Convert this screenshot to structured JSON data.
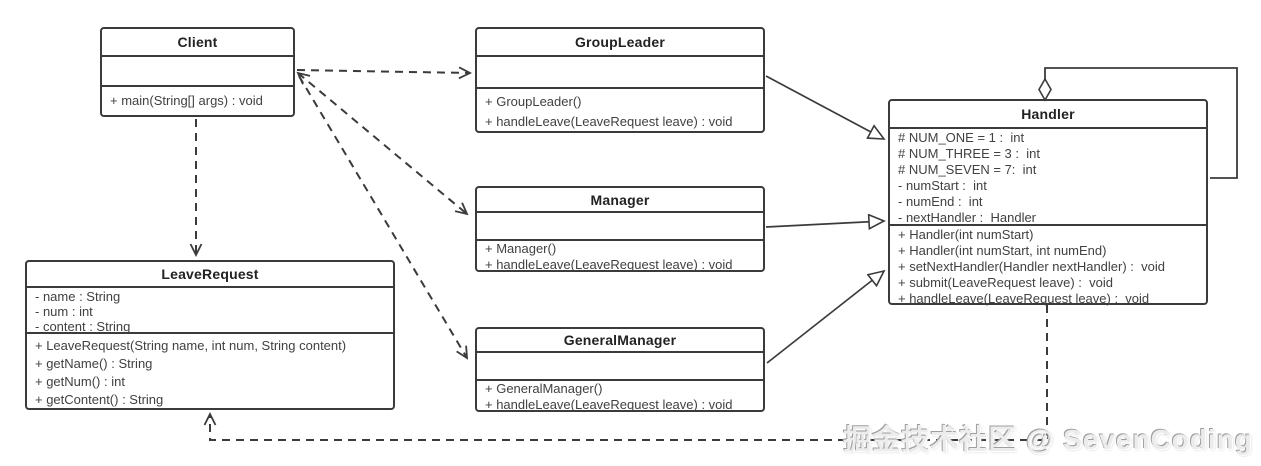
{
  "diagram": {
    "watermark": "掘金技术社区 @ SevenCoding",
    "type": "uml-class-diagram",
    "pattern": "Chain of Responsibility"
  },
  "colors": {
    "line": "#3b3b3b",
    "member_text": "#414141",
    "title_text": "#222222",
    "background": "#ffffff",
    "watermark": "#ececec"
  },
  "classes": {
    "client": {
      "title": "Client",
      "attributes": [],
      "methods": [
        "+ main(String[] args) : void"
      ]
    },
    "group_leader": {
      "title": "GroupLeader",
      "attributes": [],
      "methods": [
        "+ GroupLeader()",
        "+ handleLeave(LeaveRequest leave) : void"
      ]
    },
    "manager": {
      "title": "Manager",
      "attributes": [],
      "methods": [
        "+ Manager()",
        "+ handleLeave(LeaveRequest leave) : void"
      ]
    },
    "general_manager": {
      "title": "GeneralManager",
      "attributes": [],
      "methods": [
        "+ GeneralManager()",
        "+ handleLeave(LeaveRequest leave) : void"
      ]
    },
    "handler": {
      "title": "Handler",
      "attributes": [
        "# NUM_ONE = 1 :  int",
        "# NUM_THREE = 3 :  int",
        "# NUM_SEVEN = 7:  int",
        "- numStart :  int",
        "- numEnd :  int",
        "- nextHandler :  Handler"
      ],
      "methods": [
        "+ Handler(int numStart)",
        "+ Handler(int numStart, int numEnd)",
        "+ setNextHandler(Handler nextHandler) :  void",
        "+ submit(LeaveRequest leave) :  void",
        "+ handleLeave(LeaveRequest leave) :  void"
      ]
    },
    "leave_request": {
      "title": "LeaveRequest",
      "attributes": [
        "- name : String",
        "- num : int",
        "- content : String"
      ],
      "methods": [
        "+ LeaveRequest(String name, int num, String content)",
        "+ getName() : String",
        "+ getNum() : int",
        "+ getContent() : String"
      ]
    }
  },
  "relationships": [
    {
      "from": "Client",
      "to": "GroupLeader",
      "type": "dependency"
    },
    {
      "from": "Client",
      "to": "Manager",
      "type": "dependency"
    },
    {
      "from": "Client",
      "to": "GeneralManager",
      "type": "dependency"
    },
    {
      "from": "Client",
      "to": "LeaveRequest",
      "type": "dependency"
    },
    {
      "from": "GroupLeader",
      "to": "Handler",
      "type": "generalization"
    },
    {
      "from": "Manager",
      "to": "Handler",
      "type": "generalization"
    },
    {
      "from": "GeneralManager",
      "to": "Handler",
      "type": "generalization"
    },
    {
      "from": "Handler",
      "to": "Handler",
      "type": "aggregation-self"
    },
    {
      "from": "Handler",
      "to": "LeaveRequest",
      "type": "dependency"
    }
  ]
}
